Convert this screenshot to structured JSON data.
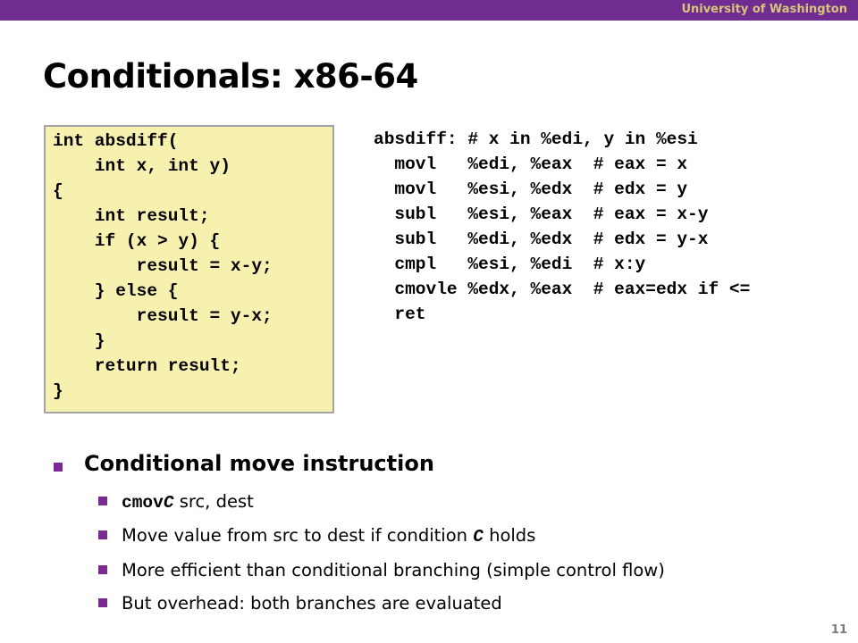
{
  "header": {
    "university": "University of Washington"
  },
  "slide": {
    "title": "Conditionals: x86-64",
    "page_number": "11"
  },
  "c_code": [
    "int absdiff(",
    "    int x, int y)",
    "{",
    "    int result;",
    "    if (x > y) {",
    "        result = x-y;",
    "    } else {",
    "        result = y-x;",
    "    }",
    "    return result;",
    "}"
  ],
  "asm_code": [
    "absdiff: # x in %edi, y in %esi",
    "  movl   %edi, %eax  # eax = x",
    "  movl   %esi, %edx  # edx = y",
    "  subl   %esi, %eax  # eax = x-y",
    "  subl   %edi, %edx  # edx = y-x",
    "  cmpl   %esi, %edi  # x:y",
    "  cmovle %edx, %eax  # eax=edx if <=",
    "  ret"
  ],
  "bullets": {
    "main": "Conditional move instruction",
    "sub1_code": "cmovC",
    "sub1_code_plain": "cmov",
    "sub1_code_italic": "C",
    "sub1_rest": " src, dest",
    "sub2_a": "Move value from src to dest if condition ",
    "sub2_code": "C",
    "sub2_b": " holds",
    "sub3": "More efficient than conditional branching (simple control flow)",
    "sub4": "But overhead: both branches are evaluated"
  },
  "colors": {
    "topbar": "#6f2c91",
    "university_text": "#d8c57a",
    "code_box_bg": "#f7f1b0",
    "bullet": "#7a2a90"
  }
}
